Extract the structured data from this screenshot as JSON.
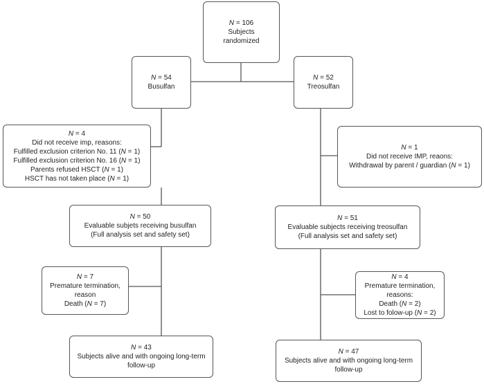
{
  "root": {
    "n": "106",
    "lines": [
      "Subjects",
      "randomized"
    ]
  },
  "busulfan": {
    "arm": {
      "n": "54",
      "lines": [
        "Busulfan"
      ]
    },
    "excluded": {
      "n": "4",
      "lines": [
        {
          "pre": "Did not receive  imp, reasons:"
        },
        {
          "pre": "Fulfilled exclusion criterion No. 11 (",
          "n": "1",
          "post": ")"
        },
        {
          "pre": "Fulfilled exclusion criterion No. 16 (",
          "n": "1",
          "post": ")"
        },
        {
          "pre": "Parents refused HSCT (",
          "n": "1",
          "post": ")"
        },
        {
          "pre": "HSCT has not taken place (",
          "n": "1",
          "post": ")"
        }
      ]
    },
    "evaluable": {
      "n": "50",
      "lines": [
        "Evaluable subjets receiving busulfan",
        "(Full analysis set and safety set)"
      ]
    },
    "terminated": {
      "n": "7",
      "lines": [
        {
          "pre": "Premature termination,"
        },
        {
          "pre": "reason"
        },
        {
          "pre": "Death (",
          "n": "7",
          "post": ")"
        }
      ]
    },
    "followup": {
      "n": "43",
      "lines": [
        "Subjects alive and with ongoing long-term",
        "follow-up"
      ]
    }
  },
  "treosulfan": {
    "arm": {
      "n": "52",
      "lines": [
        "Treosulfan"
      ]
    },
    "excluded": {
      "n": "1",
      "lines": [
        {
          "pre": "Did not receive IMP, reaons:"
        },
        {
          "pre": "Withdrawal by parent / guardian (",
          "n": "1",
          "post": ")"
        }
      ]
    },
    "evaluable": {
      "n": "51",
      "lines": [
        "Evaluable subjects receiving treosulfan",
        "(Full analysis set and safety set)"
      ]
    },
    "terminated": {
      "n": "4",
      "lines": [
        {
          "pre": "Premature termination,"
        },
        {
          "pre": "reasons:"
        },
        {
          "pre": "Death (",
          "n": "2",
          "post": ")"
        },
        {
          "pre": "Lost to folow-up (",
          "n": "2",
          "post": ")"
        }
      ]
    },
    "followup": {
      "n": "47",
      "lines": [
        "Subjects alive and with ongoing long-term",
        "follow-up"
      ]
    }
  }
}
